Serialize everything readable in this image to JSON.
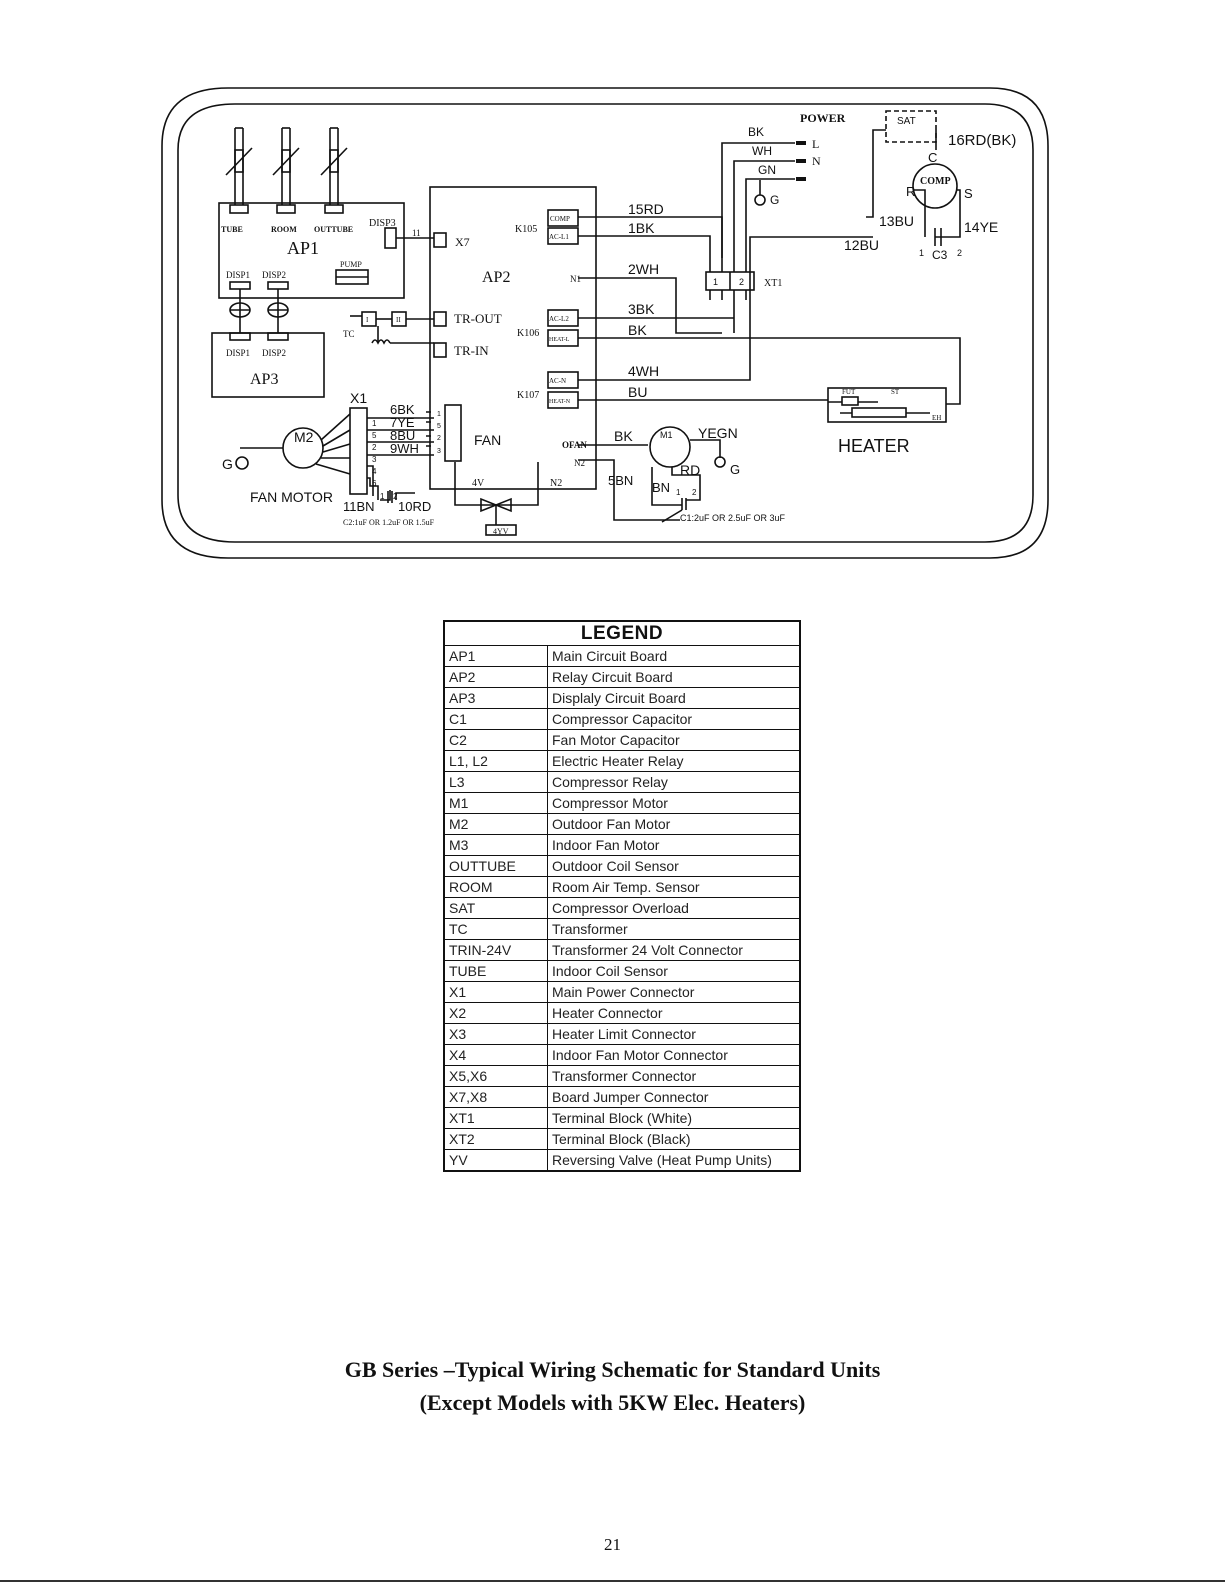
{
  "diagram": {
    "power": {
      "title": "POWER",
      "l": "L",
      "n": "N",
      "g": "G",
      "wire_bk": "BK",
      "wire_wh": "WH",
      "wire_gn": "GN"
    },
    "sat": {
      "label": "SAT",
      "wire_label": "16RD(BK)"
    },
    "comp": {
      "label": "COMP",
      "c": "C",
      "r": "R",
      "s": "S",
      "wire_13": "13BU",
      "wire_14": "14YE",
      "wire_12": "12BU",
      "cap": "C3",
      "pin1": "1",
      "pin2": "2"
    },
    "ap1": {
      "label": "AP1",
      "tube": "TUBE",
      "room": "ROOM",
      "outtube": "OUTTUBE",
      "disp3": "DISP3",
      "disp1": "DISP1",
      "disp2": "DISP2",
      "pump": "PUMP",
      "conn_11": "11"
    },
    "ap2": {
      "label": "AP2",
      "k105": "K105",
      "k106": "K106",
      "k107": "K107",
      "comp": "COMP",
      "ac_l1": "AC-L1",
      "n1": "N1",
      "ac_l2": "AC-L2",
      "heat_l": "HEAT-L",
      "ac_n": "AC-N",
      "heat_n": "HEAT-N",
      "ofan": "OFAN",
      "n2_small": "N2",
      "v4": "4V",
      "n2": "N2",
      "fan": "FAN",
      "x7": "X7",
      "tr_out": "TR-OUT",
      "tr_in": "TR-IN"
    },
    "ap3": {
      "label": "AP3",
      "disp1": "DISP1",
      "disp2": "DISP2"
    },
    "tc": {
      "label": "TC",
      "roman_1": "I",
      "roman_2": "II"
    },
    "wires": {
      "w15": "15RD",
      "w1": "1BK",
      "w2": "2WH",
      "w3": "3BK",
      "bk": "BK",
      "w4": "4WH",
      "bu": "BU",
      "w5": "5BN"
    },
    "xt1": {
      "label": "XT1",
      "p1": "1",
      "p2": "2"
    },
    "heater": {
      "label": "HEATER",
      "fut": "FUT",
      "st": "ST",
      "eh": "EH"
    },
    "m1": {
      "label": "M1",
      "bk": "BK",
      "yegn": "YEGN",
      "rd": "RD",
      "bn": "BN",
      "g": "G",
      "p1": "1",
      "p2": "2",
      "cap": "C1:2uF OR 2.5uF OR 3uF"
    },
    "fan_motor": {
      "m2": "M2",
      "label": "FAN MOTOR",
      "g": "G",
      "x1": "X1",
      "w6": "6BK",
      "w7": "7YE",
      "w8": "8BU",
      "w9": "9WH",
      "w11": "11BN",
      "w10": "10RD",
      "p1": "1",
      "p2": "2",
      "cap": "C2:1uF OR 1.2uF OR 1.5uF",
      "pins": [
        "1",
        "5",
        "2",
        "3",
        "4",
        "6"
      ],
      "right_pins": [
        "1",
        "5",
        "2",
        "3"
      ]
    },
    "valve": {
      "label": "4YV"
    }
  },
  "legend": {
    "title": "LEGEND",
    "rows": [
      [
        "AP1",
        "Main Circuit Board"
      ],
      [
        "AP2",
        "Relay Circuit Board"
      ],
      [
        "AP3",
        "Displaly Circuit Board"
      ],
      [
        "C1",
        "Compressor Capacitor"
      ],
      [
        "C2",
        "Fan Motor Capacitor"
      ],
      [
        "L1, L2",
        "Electric Heater Relay"
      ],
      [
        "L3",
        "Compressor Relay"
      ],
      [
        "M1",
        "Compressor Motor"
      ],
      [
        "M2",
        "Outdoor Fan Motor"
      ],
      [
        "M3",
        "Indoor Fan Motor"
      ],
      [
        "OUTTUBE",
        "Outdoor Coil Sensor"
      ],
      [
        "ROOM",
        "Room Air Temp. Sensor"
      ],
      [
        "SAT",
        "Compressor Overload"
      ],
      [
        "TC",
        "Transformer"
      ],
      [
        "TRIN-24V",
        "Transformer 24 Volt Connector"
      ],
      [
        "TUBE",
        "Indoor Coil Sensor"
      ],
      [
        "X1",
        "Main Power Connector"
      ],
      [
        "X2",
        "Heater Connector"
      ],
      [
        "X3",
        "Heater Limit Connector"
      ],
      [
        "X4",
        "Indoor Fan Motor Connector"
      ],
      [
        "X5,X6",
        "Transformer Connector"
      ],
      [
        "X7,X8",
        "Board Jumper Connector"
      ],
      [
        "XT1",
        "Terminal Block (White)"
      ],
      [
        "XT2",
        "Terminal Block (Black)"
      ],
      [
        "YV",
        "Reversing Valve (Heat Pump Units)"
      ]
    ]
  },
  "caption": {
    "line1": "GB Series –Typical Wiring Schematic for Standard Units",
    "line2": "(Except Models with 5KW Elec. Heaters)"
  },
  "page_number": "21"
}
